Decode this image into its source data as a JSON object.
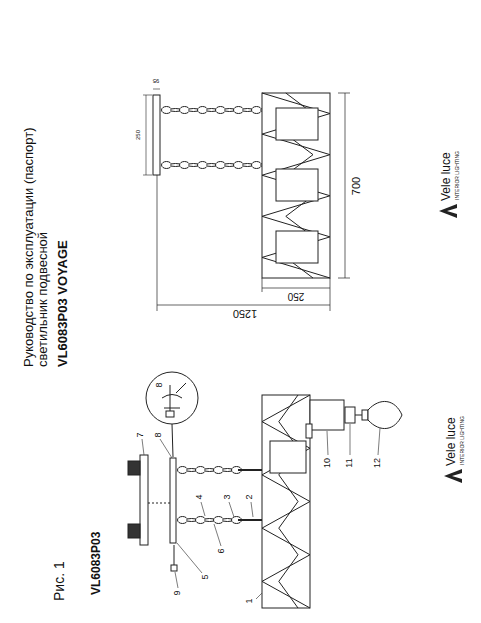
{
  "diagram": {
    "title": "Руководство по эксплуатации (паспорт) светильник подвесной",
    "labels": [
      "Рис. 1",
      "VL6083P03",
      "7",
      "8",
      "8",
      "9",
      "5",
      "6",
      "4",
      "3",
      "2",
      "1",
      "10",
      "11",
      "12",
      "Vele luce",
      "INTERIOR LIGHTING",
      "VL6083P03 VOYAGE",
      "250",
      "95",
      "1250",
      "250",
      "700",
      "Vele luce",
      "INTERIOR LIGHTING"
    ]
  }
}
